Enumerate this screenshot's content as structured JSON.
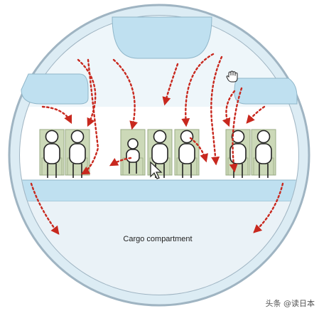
{
  "labels": {
    "cargo": "Cargo compartment",
    "watermark": "头条 @读日本"
  },
  "icons": {
    "hand_cursor": "hand-cursor-icon",
    "arrow_cursor": "arrow-cursor-icon"
  },
  "colors": {
    "fuselage_fill": "#dcecf4",
    "fuselage_stroke": "#9fb4c2",
    "floor": "#bfe0f0",
    "bin": "#bfe0f0",
    "seat": "#ccd9b8",
    "arrow": "#c8281e",
    "person_stroke": "#222222"
  },
  "passengers": [
    {
      "id": "p1",
      "type": "adult"
    },
    {
      "id": "p2",
      "type": "adult"
    },
    {
      "id": "p3",
      "type": "child"
    },
    {
      "id": "p4",
      "type": "adult"
    },
    {
      "id": "p5",
      "type": "adult"
    },
    {
      "id": "p6",
      "type": "adult"
    },
    {
      "id": "p7",
      "type": "adult"
    }
  ]
}
